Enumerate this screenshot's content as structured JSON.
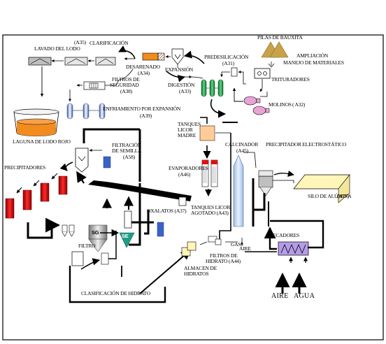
{
  "diagram": {
    "labels": {
      "lavado_lodo": "LAVADO DEL LODO",
      "a35": "(A35)",
      "clarificacion": "CLARIFICACIÓN",
      "desarenado": "DESARENADO",
      "a34": "(A34)",
      "expansion": "EXPANSIÓN",
      "predesilicacion": "PREDESILICACIÓN",
      "a31": "(A31)",
      "pilas_bauxita": "PILAS DE BAUXITA",
      "ampliacion": "AMPLIACIÓN",
      "manejo_materiales": "MANEJO DE MATERIALES",
      "filtros_seguridad_1": "FILTROS DE",
      "filtros_seguridad_2": "SEGURIDAD",
      "a38": "(A38)",
      "digestion": "DIGESTIÓN",
      "a33": "(A33)",
      "trituradores": "TRITURADORES",
      "molinos": "MOLINOS",
      "a32": "( A32)",
      "enfriamiento": "ENFRIAMIENTO POR EXPANSIÓN",
      "a39": "(A39)",
      "laguna_lodo": "LAGUNA DE LODO ROJO",
      "tanques_licor_madre_1": "TANQUES",
      "tanques_licor_madre_2": "LICOR",
      "tanques_licor_madre_3": "MADRE",
      "filtracion_semilla_1": "FILTRACIÓN",
      "filtracion_semilla_2": "DE SEMILLA",
      "a58": "(A58)",
      "calcinador": "CALCINADOR",
      "a45": "(A45)",
      "precipitador_electro": "PRECIPITADOR ELECTROSTÁTICO",
      "precipitadores": "PRECIPITADORES",
      "evaporadores": "EVAPORADORES",
      "a46": "(A46)",
      "silo_alumina": "SILO DE ALÚMINA",
      "a77": "(A77)",
      "tanques_licor_agotado": "TANQUES LICOR",
      "agotado": "AGOTADO (A43)",
      "oxalatos": "OXALATOS (A37)",
      "sg": "SG",
      "se": "SE",
      "filtro": "FILTRO",
      "filtros_hidrato_1": "FILTROS DE",
      "filtros_hidrato_2": "HIDRATO (A44)",
      "gas": "GAS",
      "aire_small": "AIRE",
      "secadores": "SECADORES",
      "almacen_1": "ALMACEN DE",
      "almacen_2": "HIDRATOS",
      "clasificacion": "CLASIFICACIÓN DE HIDRATO",
      "aire": "AIRE",
      "agua": "AGUA"
    }
  },
  "colors": {
    "orange": "#F28C1E",
    "gold": "#C8A24A",
    "red": "#E01010",
    "green": "#1E9E44",
    "blue": "#3A63C8",
    "light_blue": "#BFD4EE",
    "peach": "#FFCC99",
    "pink": "#E9A4D6",
    "violet": "#B49CE8",
    "cream": "#FFF6B8",
    "teal": "#1E9E88"
  }
}
